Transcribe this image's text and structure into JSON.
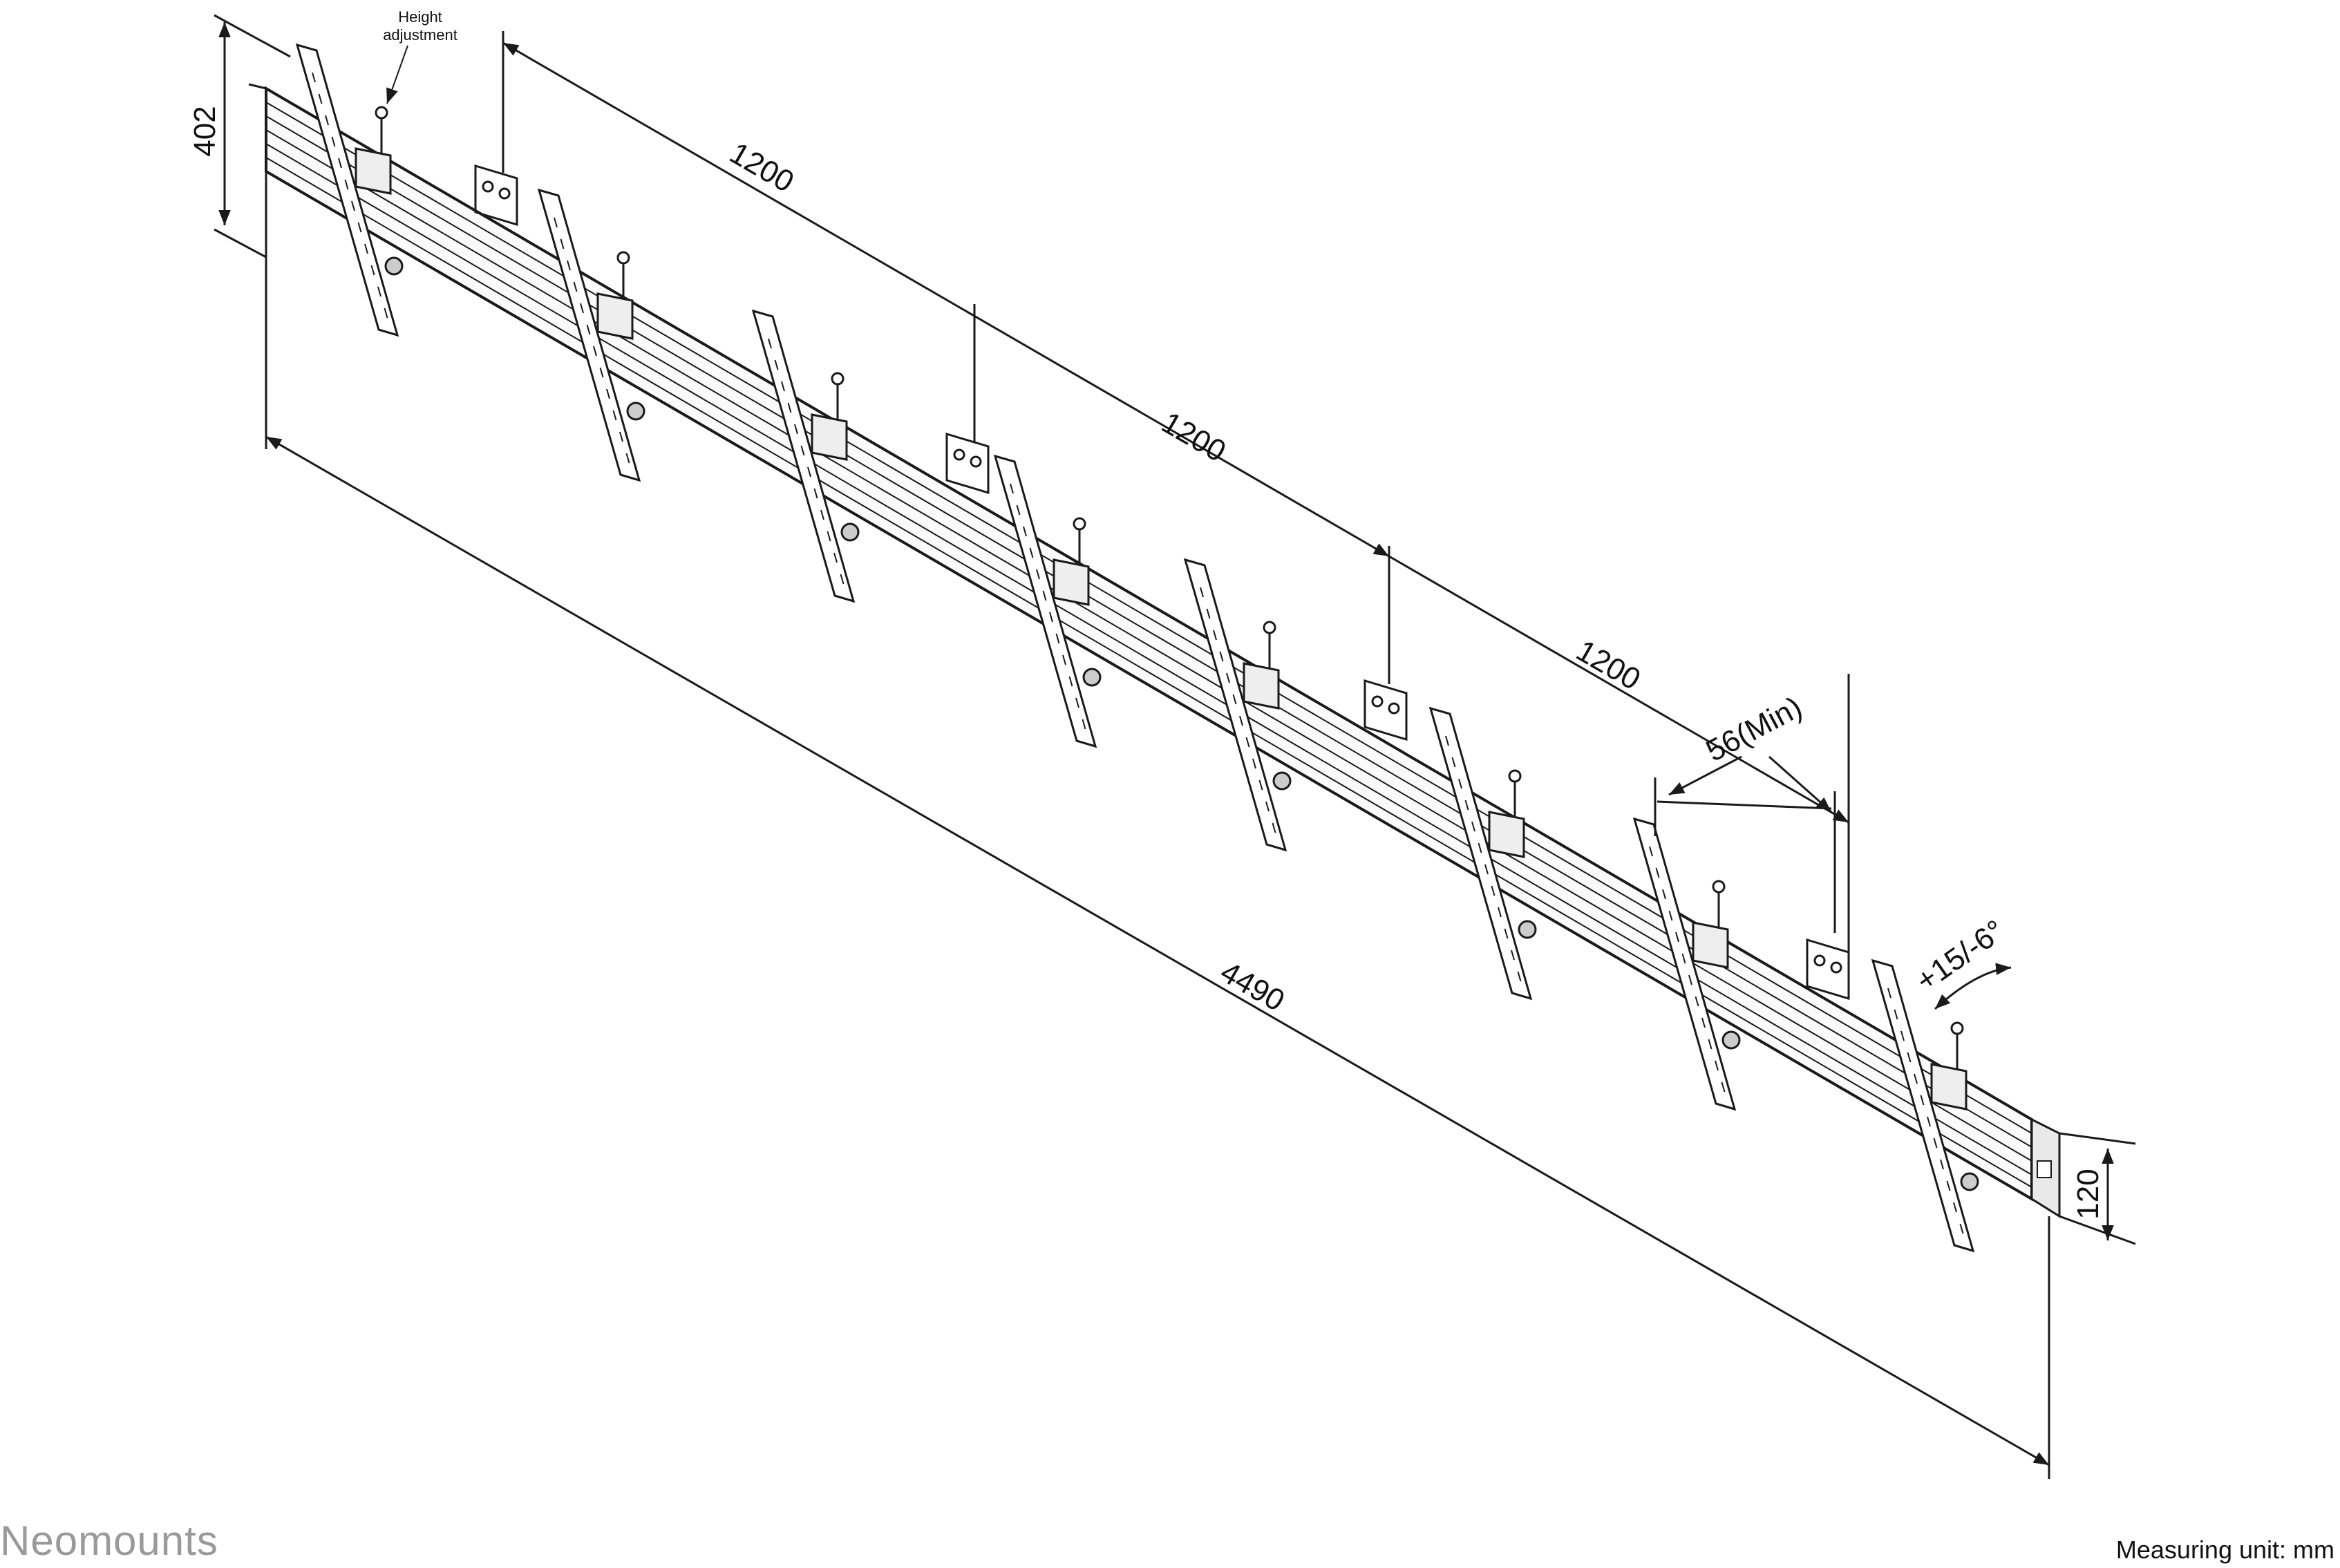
{
  "labels": {
    "height_adjustment_line1": "Height",
    "height_adjustment_line2": "adjustment",
    "dim_402": "402",
    "dim_1200_a": "1200",
    "dim_1200_b": "1200",
    "dim_1200_c": "1200",
    "dim_56": "56(Min)",
    "dim_4490": "4490",
    "dim_120": "120",
    "tilt": "+15/-6°"
  },
  "brand": "Neomounts",
  "measuring_unit": "Measuring unit: mm",
  "colors": {
    "line": "#1a1a1a",
    "brand": "#9a9a9a"
  }
}
